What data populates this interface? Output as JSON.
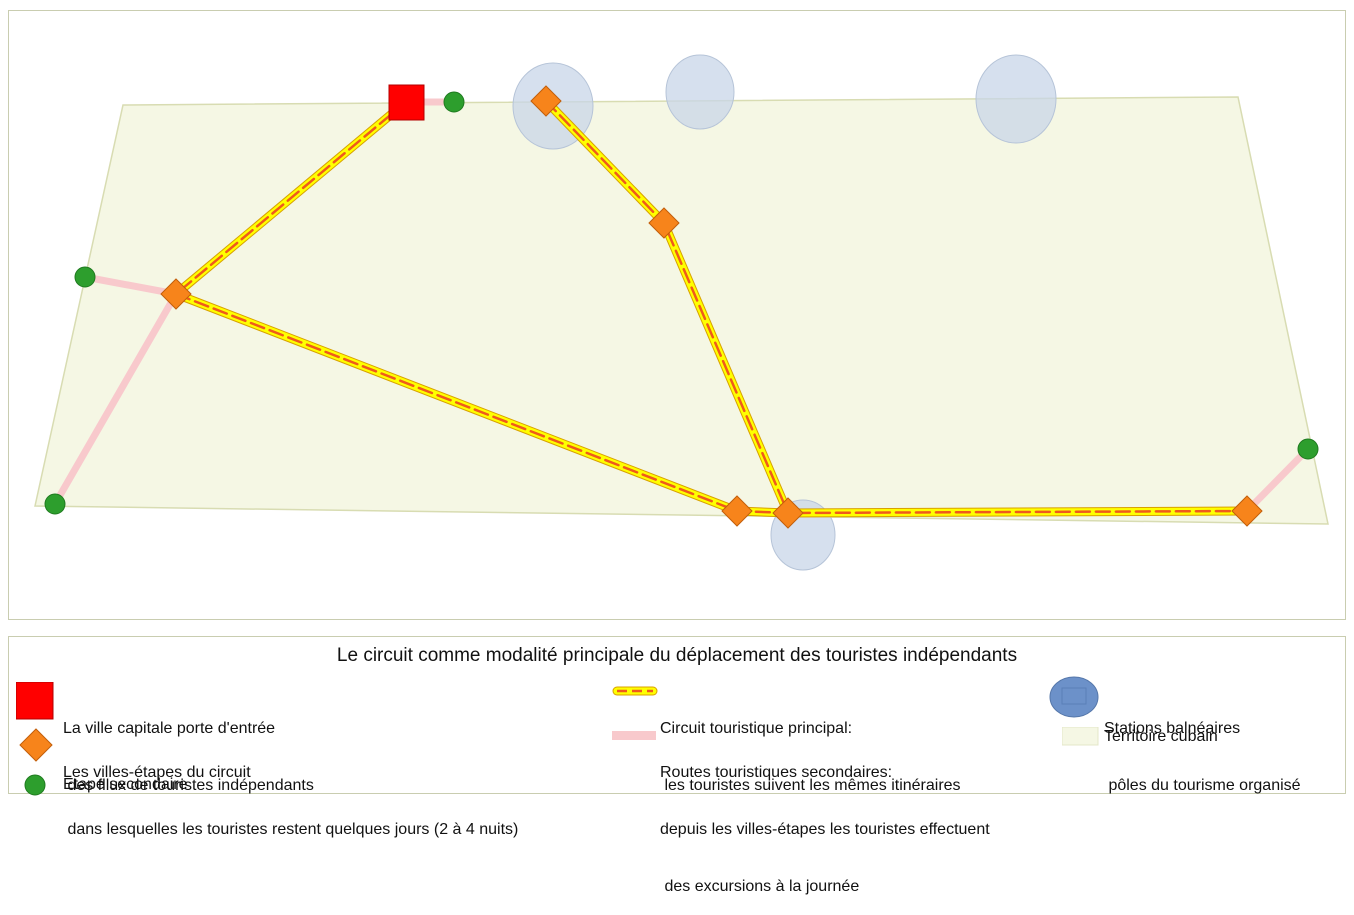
{
  "legend": {
    "title": "Le circuit comme modalité principale du déplacement des touristes indépendants",
    "capital_line1": "La ville capitale porte d'entrée",
    "capital_line2": " des fllux de touristes indépendants",
    "stage_line1": "Les villes-étapes du circuit",
    "stage_line2": " dans lesquelles les touristes restent quelques jours (2 à 4 nuits)",
    "secondary_stop": "Etape secondaire",
    "main_circuit_line1": "Circuit touristique principal:",
    "main_circuit_line2": " les touristes suivent les mêmes itinéraires",
    "secondary_routes_line1": "Routes touristiques secondaires:",
    "secondary_routes_line2": "depuis les villes-étapes les touristes effectuent",
    "secondary_routes_line3": " des excursions à la journée",
    "resorts_line1": "Stations balnéaires",
    "resorts_line2": " pôles du tourisme organisé",
    "territory": "Territoire cubain"
  },
  "colors": {
    "capital": "#ff0000",
    "stage": "#f7841b",
    "secondary_stop": "#2d9e2d",
    "main_circuit_fill": "#ffff00",
    "main_circuit_dash": "#ef5a1c",
    "secondary_route": "#f8c9cc",
    "resort": "#c8d6e8",
    "resort_legend": "#6c91c9",
    "territory": "#f5f7e4",
    "territory_stroke": "#d8dcb2"
  }
}
